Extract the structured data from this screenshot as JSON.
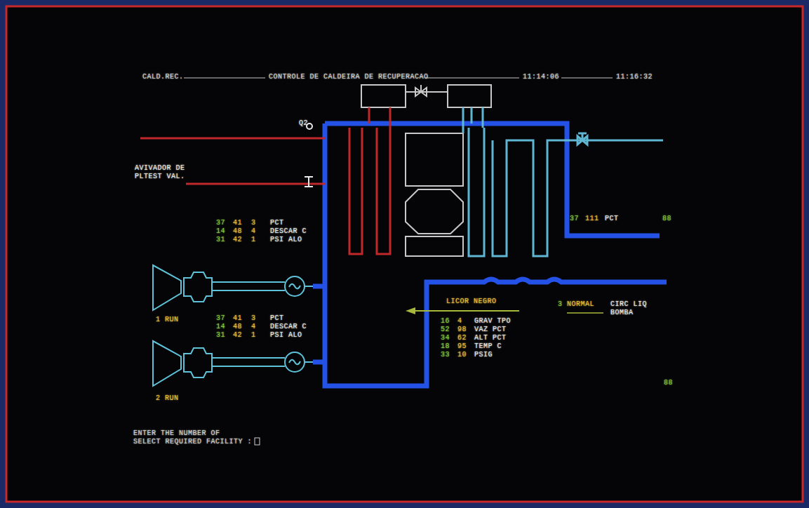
{
  "diagram": {
    "title": "CONTROLE DE CALDEIRA DE RECUPERACAO",
    "labels": [
      "CALD.REC.",
      "11:14:06",
      "11:16:32",
      "Q2",
      "AVIVADOR DE",
      "PLTEST VAL.",
      "37 14 31",
      "41 48 42",
      "3 4 1",
      "PCT",
      "DESCAR C",
      "PSI ALO",
      "1 RUN",
      "37 14 31",
      "41 48 42",
      "3 4 1",
      "PCT",
      "DESCAR C",
      "PSI ALO",
      "2 RUN",
      "37",
      "111",
      "PCT",
      "88",
      "LICOR NEGRO",
      "16 52 34 18 33",
      "4 98 62 95 10",
      "GRAV TPO",
      "VAZ PCT",
      "ALT PCT",
      "TEMP C",
      "PSIG",
      "3",
      "NORMAL",
      "CIRC LIQ",
      "BOMBA",
      "88",
      "ENTER THE NUMBER OF",
      "SELECT REQUIRED FACILITY :"
    ]
  }
}
